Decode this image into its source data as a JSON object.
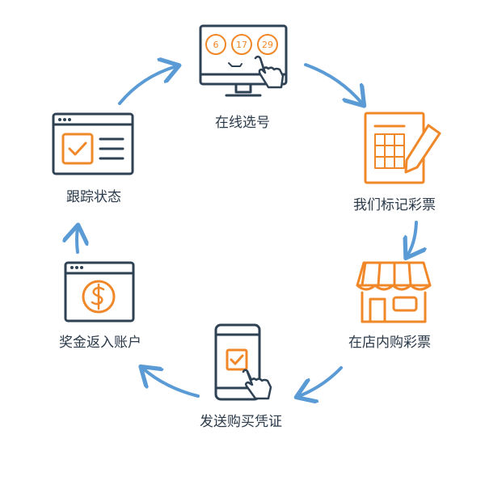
{
  "colors": {
    "ink": "#2f4254",
    "accent": "#f0882a",
    "arrow": "#5b9bd5"
  },
  "steps": [
    {
      "label": "在线选号",
      "icon": "monitor-touch-numbers-icon",
      "numbers": [
        "6",
        "17",
        "29"
      ]
    },
    {
      "label": "我们标记彩票",
      "icon": "ticket-pencil-icon"
    },
    {
      "label": "在店内购彩票",
      "icon": "store-icon"
    },
    {
      "label": "发送购买凭证",
      "icon": "phone-check-icon"
    },
    {
      "label": "奖金返入账户",
      "icon": "dollar-window-icon"
    },
    {
      "label": "跟踪状态",
      "icon": "browser-check-icon"
    }
  ]
}
